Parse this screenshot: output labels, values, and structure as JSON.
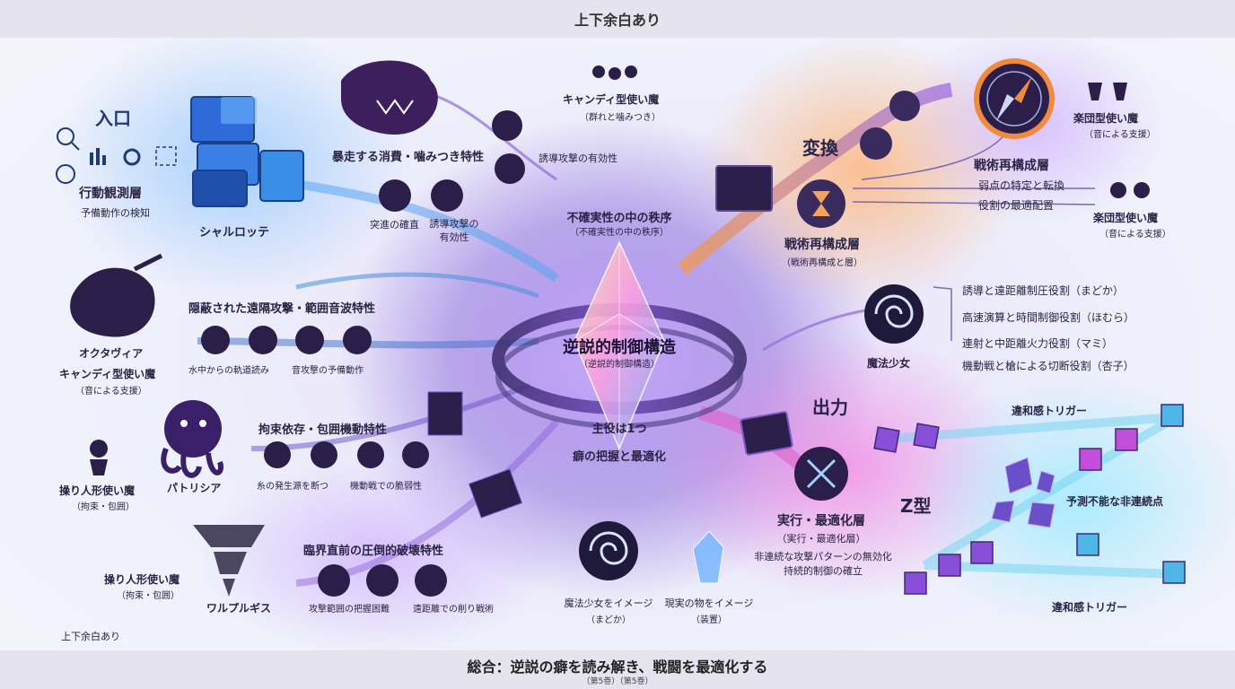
{
  "header": {
    "title": "上下余白あり"
  },
  "footer": {
    "summary": "総合：逆説の癖を読み解き、戦闘を最適化する",
    "volumes": "（第5巻）（第5巻）"
  },
  "side_label": "上下余白あり",
  "entrance": {
    "heading": "入口",
    "layer": "行動観測層",
    "sub": "予備動作の検知",
    "witch": "シャルロッテ"
  },
  "charlotte_branch": {
    "trait": "暴走する消費・噛みつき特性",
    "node1": "突進の確直",
    "node2": "誘導攻撃の有効性",
    "candy_title": "キャンディ型使い魔",
    "candy_sub": "（群れと噛みつき）",
    "guide": "誘導攻撃の有効性"
  },
  "octavia_branch": {
    "trait": "隠蔽された遠隔攻撃・範囲音波特性",
    "witch": "オクタヴィア",
    "familiar": "キャンディ型使い魔",
    "familiar_sub": "（音による支援）",
    "node1": "水中からの軌道読み",
    "node2": "音攻撃の予備動作"
  },
  "patricia_branch": {
    "trait": "拘束依存・包囲機動特性",
    "witch": "パトリシア",
    "familiar": "操り人形使い魔",
    "familiar_sub": "（拘束・包囲）",
    "node1": "糸の発生源を断つ",
    "node2": "機動戦での脆弱性"
  },
  "walpurgis_branch": {
    "trait": "臨界直前の圧倒的破壊特性",
    "witch": "ワルプルギス",
    "familiar": "操り人形使い魔",
    "familiar_sub": "（拘束・包囲）",
    "node1": "攻撃範囲の把握困難",
    "node2": "遠距離での削り戦術"
  },
  "core": {
    "order": "不確実性の中の秩序",
    "order_sub": "（不確実性の中の秩序）",
    "title": "逆説的制御構造",
    "title_sub": "（逆説的制御構造）",
    "main": "主役は1つ",
    "habit": "癖の把握と最適化"
  },
  "bottom_center": {
    "madoka_img": "魔法少女をイメージ",
    "madoka_sub": "（まどか）",
    "real_img": "現実の物をイメージ",
    "real_sub": "（装置）"
  },
  "transform": {
    "heading": "変換",
    "layer": "戦術再構成層",
    "layer_sub": "（戦術再構成と層）",
    "right_layer": "戦術再構成層",
    "point1": "弱点の特定と転換",
    "point2": "役割の最適配置",
    "band1": "楽団型使い魔",
    "band1_sub": "（音による支援）",
    "band2": "楽団型使い魔",
    "band2_sub": "（音による支援）"
  },
  "magical_girl": {
    "label": "魔法少女",
    "roles": [
      "誘導と遠距離制圧役割（まどか）",
      "高速演算と時間制御役割（ほむら）",
      "連射と中距離火力役割（マミ）",
      "機動戦と槍による切断役割（杏子）"
    ]
  },
  "output": {
    "heading": "出力",
    "layer": "実行・最適化層",
    "layer_sub": "（実行・最適化層）",
    "desc1": "非連続な攻撃パターンの無効化",
    "desc2": "持続的制御の確立",
    "z_label": "Z型",
    "trigger_top": "違和感トリガー",
    "unpredictable": "予測不能な非連続点",
    "trigger_bottom": "違和感トリガー"
  },
  "colors": {
    "blue": "#3a8ee6",
    "orange": "#f08a3c",
    "purple": "#8a4fd8",
    "magenta": "#e04fc8",
    "cyan": "#4fd0e8",
    "dark": "#2b1f4a"
  }
}
